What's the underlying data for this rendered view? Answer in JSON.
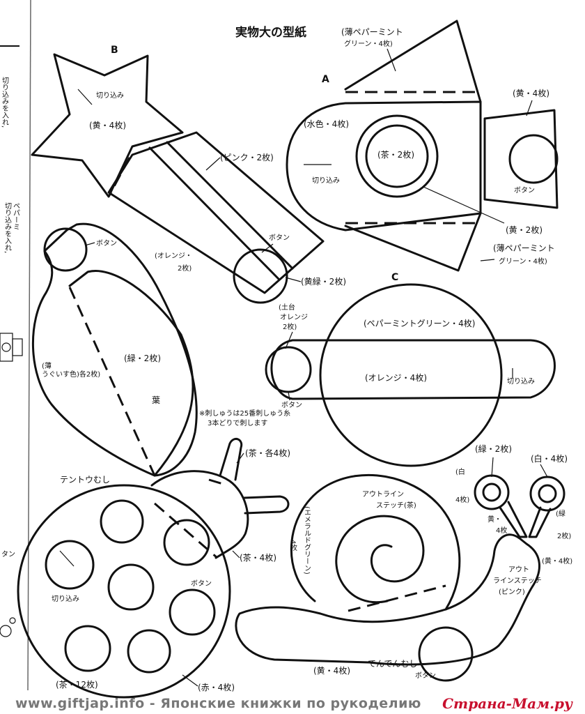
{
  "page_title": "実物大の型紙",
  "margin_left_text": [
    "切り込みを入れ,",
    "切り込みを入れ,",
    "ペパーミ"
  ],
  "margin_left_bottom": "タン",
  "sections": {
    "A": "A",
    "B": "B",
    "C": "C"
  },
  "star": {
    "kirikomi": "切り込み",
    "count": "(黄・4枚)",
    "tail": "(ピンク・2枚)",
    "orange": "(オレンジ・",
    "orange2": "2枚)",
    "button": "ボタン",
    "yellowgreen": "(黄緑・2枚)"
  },
  "rocket": {
    "top_fin_1": "(薄ペパーミント",
    "top_fin_2": "グリーン・4枚)",
    "body": "(水色・4枚)",
    "window": "(茶・2枚)",
    "kirikomi": "切り込み",
    "nozzle": "(黄・4枚)",
    "button": "ボタン",
    "ring": "(黄・2枚)",
    "bottom_fin_1": "(薄ペパーミント",
    "bottom_fin_2": "グリーン・4枚)"
  },
  "leaf": {
    "button": "ボタン",
    "count": "(緑・2枚)",
    "side_1": "(薄",
    "side_2": "うぐいす色)各2枚)",
    "name": "葉"
  },
  "planet": {
    "base_1": "(土台",
    "base_2": "オレンジ",
    "base_3": "2枚)",
    "body": "(ペパーミントグリーン・4枚)",
    "ring": "(オレンジ・4枚)",
    "kirikomi": "切り込み",
    "button": "ボタン",
    "note_1": "※刺しゅうは25番刺しゅう糸",
    "note_2": "3本どりで刺します"
  },
  "ladybug": {
    "name": "テントウむし",
    "antenna": "(茶・各4枚)",
    "head": "(茶・4枚)",
    "kirikomi": "切り込み",
    "button": "ボタン",
    "spots": "(茶・12枚)",
    "body": "(赤・4枚)"
  },
  "snail": {
    "outline_1": "アウトライン",
    "outline_2": "ステッチ(茶)",
    "shell_side_1": "(エメラルドグリーン)",
    "shell_side_2": "4枚",
    "eye_green": "(緑・2枚)",
    "eye_white": "(白・4枚)",
    "eye_white_left_1": "(白",
    "eye_white_left_2": "4枚)",
    "stalk_1": "黄・",
    "stalk_2": "4枚",
    "right_green_1": "(緑",
    "right_green_2": "2枚)",
    "right_yellow": "(黄・4枚)",
    "stitch_1": "アウト",
    "stitch_2": "ラインステッチ",
    "stitch_3": "(ピンク)",
    "body": "(黄・4枚)",
    "name": "でんでんむし",
    "button": "ボタン"
  },
  "footer": {
    "left": "www.giftjap.info - Японские книжки по рукоделию",
    "right": "Страна-Мам.ру"
  }
}
